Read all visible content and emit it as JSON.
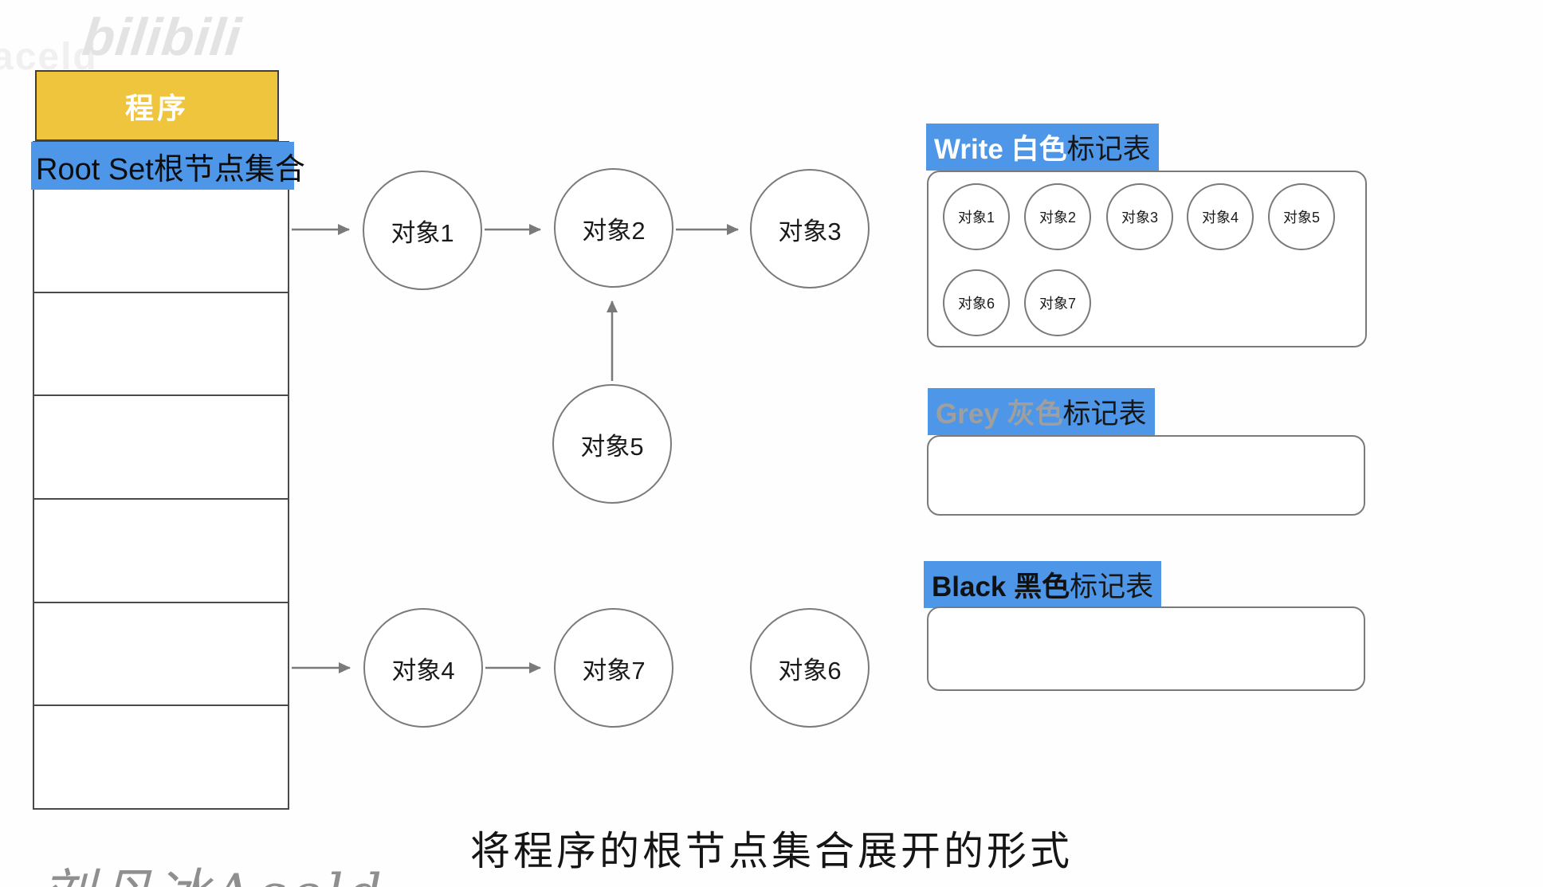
{
  "watermarks": {
    "aceld": "aceld",
    "bilibili": "bilibili",
    "signature": "刘丹冰Aceld"
  },
  "program_table": {
    "title": "程序",
    "root_label": "Root Set根节点集合",
    "empty_rows": 6
  },
  "graph": {
    "nodes": [
      {
        "label": "对象1"
      },
      {
        "label": "对象2"
      },
      {
        "label": "对象3"
      },
      {
        "label": "对象5"
      },
      {
        "label": "对象4"
      },
      {
        "label": "对象7"
      },
      {
        "label": "对象6"
      }
    ]
  },
  "panels": {
    "white": {
      "en": "Write 白色",
      "cn": "标记表",
      "items": [
        "对象1",
        "对象2",
        "对象3",
        "对象4",
        "对象5",
        "对象6",
        "对象7"
      ]
    },
    "grey": {
      "en": "Grey 灰色",
      "cn": "标记表",
      "items": []
    },
    "black": {
      "en": "Black 黑色",
      "cn": "标记表",
      "items": []
    }
  },
  "caption": "将程序的根节点集合展开的形式",
  "colors": {
    "header_yellow": "#EFC53E",
    "highlight_blue": "#4D96E8",
    "line_gray": "#7a7a7a",
    "border_dark": "#4a4a4a"
  }
}
